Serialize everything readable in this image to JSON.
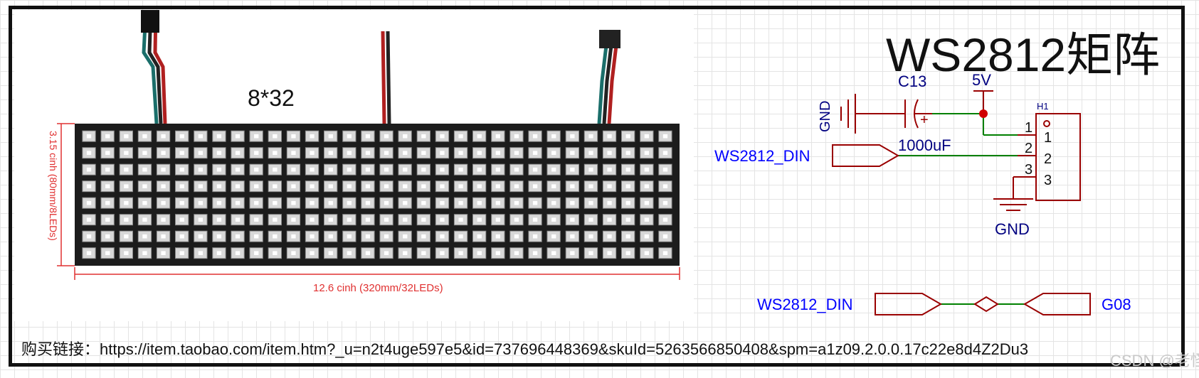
{
  "title": "WS2812矩阵",
  "photo": {
    "size_label": "8*32",
    "height_label": "3.15 cinh (80mm/8LEDs)",
    "width_label": "12.6 cinh (320mm/32LEDs)",
    "matrix": {
      "rows": 8,
      "cols": 32
    }
  },
  "schematic": {
    "gnd_left": "GND",
    "cap_ref": "C13",
    "cap_value": "1000uF",
    "cap_plus": "+",
    "power": "5V",
    "connector_ref": "H1",
    "connector_pins": [
      "1",
      "2",
      "3"
    ],
    "pin_labels": [
      "1",
      "2",
      "3"
    ],
    "gnd_bottom": "GND",
    "net_din": "WS2812_DIN",
    "net_din_2": "WS2812_DIN",
    "net_g08": "G08"
  },
  "link_text": "购买链接：https://item.taobao.com/item.htm?_u=n2t4uge597e5&id=737696448369&skuId=5263566850408&spm=a1z09.2.0.0.17c22e8d4Z2Du3",
  "watermark": "CSDN @老怪",
  "colors": {
    "wire": "#008000",
    "symbol": "#9a0000",
    "net_label": "#0000ff",
    "text_blue": "#000080",
    "dimension": "#e03030"
  }
}
